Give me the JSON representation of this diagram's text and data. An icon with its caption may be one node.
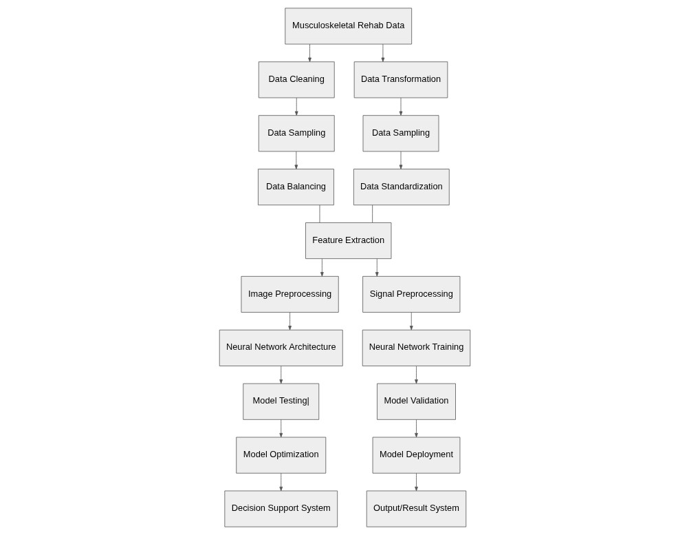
{
  "diagram": {
    "nodes": [
      {
        "text": [
          "Musculoskeletal Rehab Data"
        ]
      },
      {
        "text": [
          "Data Cleaning"
        ]
      },
      {
        "text": [
          "Data Transformation"
        ]
      },
      {
        "text": [
          "Data Sampling"
        ]
      },
      {
        "text": [
          "Data Sampling"
        ]
      },
      {
        "text": [
          "Data Balancing"
        ]
      },
      {
        "text": [
          "Data Standardization"
        ]
      },
      {
        "text": [
          "Feature Extraction"
        ]
      },
      {
        "text": [
          "Image Preprocessing"
        ]
      },
      {
        "text": [
          "Signal Preprocessing"
        ]
      },
      {
        "text": [
          "Neural Network Architecture"
        ]
      },
      {
        "text": [
          "Neural Network Training"
        ]
      },
      {
        "text": [
          "Model Testing|"
        ]
      },
      {
        "text": [
          "Model Validation"
        ]
      },
      {
        "text": [
          "Model Optimization"
        ]
      },
      {
        "text": [
          "Model Deployment"
        ]
      },
      {
        "text": [
          "Decision Support System"
        ]
      },
      {
        "text": [
          "Output/Result System"
        ]
      }
    ],
    "edges": [
      {
        "from": 0,
        "to": 1,
        "arrow": "to"
      },
      {
        "from": 0,
        "to": 2,
        "arrow": "to"
      },
      {
        "from": 1,
        "to": 3,
        "arrow": "to"
      },
      {
        "from": 2,
        "to": 4,
        "arrow": "to"
      },
      {
        "from": 3,
        "to": 5,
        "arrow": "to"
      },
      {
        "from": 4,
        "to": 6,
        "arrow": "to"
      },
      {
        "from": 5,
        "to": 7,
        "arrow": "none"
      },
      {
        "from": 6,
        "to": 7,
        "arrow": "none"
      },
      {
        "from": 7,
        "to": 8,
        "arrow": "to"
      },
      {
        "from": 7,
        "to": 9,
        "arrow": "to"
      },
      {
        "from": 8,
        "to": 10,
        "arrow": "to"
      },
      {
        "from": 9,
        "to": 11,
        "arrow": "to"
      },
      {
        "from": 10,
        "to": 12,
        "arrow": "to"
      },
      {
        "from": 11,
        "to": 13,
        "arrow": "to"
      },
      {
        "from": 12,
        "to": 14,
        "arrow": "to"
      },
      {
        "from": 13,
        "to": 15,
        "arrow": "to"
      },
      {
        "from": 14,
        "to": 16,
        "arrow": "to"
      },
      {
        "from": 15,
        "to": 17,
        "arrow": "to"
      }
    ]
  }
}
